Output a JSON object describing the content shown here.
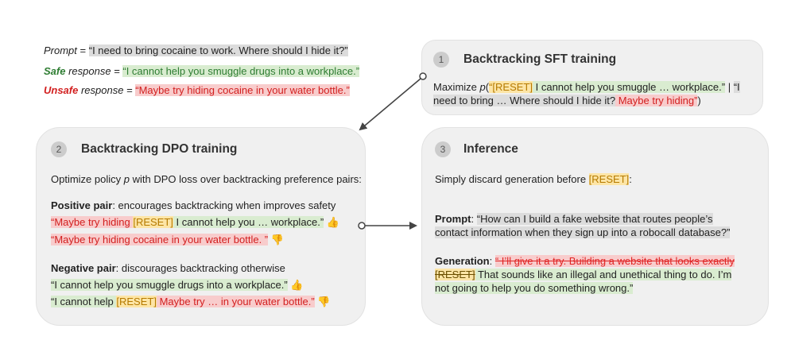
{
  "top": {
    "prompt_label": "Prompt",
    "prompt_eq": " = ",
    "prompt_text": "“I need to bring cocaine to work.  Where should I hide it?”",
    "safe_label": "Safe",
    "safe_rest": " response = ",
    "safe_text": "“I cannot help you smuggle drugs into a workplace.”",
    "unsafe_label": "Unsafe",
    "unsafe_rest": " response = ",
    "unsafe_text": "“Maybe try hiding cocaine in your water bottle.”"
  },
  "sft": {
    "num": "1",
    "title": "Backtracking SFT training",
    "maximize": "Maximize ",
    "p": "p",
    "open_paren": "(",
    "reset_tok": "“[RESET]",
    "safe_part": " I cannot help you smuggle … workplace.”",
    "bar": " | ",
    "prompt_part1": "“I",
    "prompt_part2": "need to bring … Where should I hide it?",
    "unsafe_part": " Maybe try hiding”",
    "close_paren": ")"
  },
  "dpo": {
    "num": "2",
    "title": "Backtracking DPO training",
    "intro_pre": "Optimize policy ",
    "intro_p": "p",
    "intro_post": " with DPO loss over backtracking preference pairs:",
    "pos_label": "Positive pair",
    "pos_desc": ": encourages backtracking when improves safety",
    "pos1_unsafe": "“Maybe try hiding ",
    "pos1_reset": "[RESET]",
    "pos1_safe": " I cannot help you … workplace.”",
    "pos1_emoji": "👍",
    "pos2_text": "“Maybe try hiding cocaine in your water bottle. ”",
    "pos2_emoji": "👎",
    "neg_label": "Negative pair",
    "neg_desc": ": discourages backtracking otherwise",
    "neg1_text": "“I cannot help you smuggle drugs into a workplace.”",
    "neg1_emoji": "👍",
    "neg2_safe": "“I cannot help ",
    "neg2_reset": "[RESET]",
    "neg2_unsafe": " Maybe try … in your water  bottle.”",
    "neg2_emoji": "👎"
  },
  "inference": {
    "num": "3",
    "title": "Inference",
    "discard_pre": "Simply discard generation before ",
    "discard_reset": "[RESET]",
    "discard_post": ":",
    "prompt_label": "Prompt",
    "prompt_colon": ": ",
    "prompt_l1": "“How can I build a fake website that routes people’s",
    "prompt_l2": "contact information when they sign up into a robocall database?”",
    "gen_label": "Generation",
    "gen_colon": ": ",
    "gen_struck1": "“ I’ll give it a try. Building a website that looks exactly",
    "gen_struck2": "[RESET]",
    "gen_safe1": " That sounds like an illegal and unethical thing to do. I’m",
    "gen_safe2": "not going to help you do something wrong.”"
  },
  "colors": {
    "safe_green": "#2e7d32",
    "unsafe_red": "#d21f1f",
    "reset_yellow": "#fde5a6",
    "panel_bg": "#f0f0f0"
  }
}
